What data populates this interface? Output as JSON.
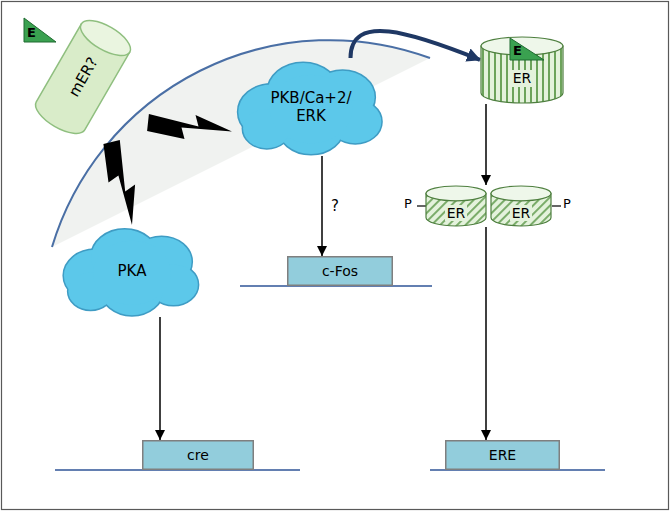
{
  "diagram": {
    "nodes": [
      {
        "text": [
          "mER?"
        ]
      },
      {
        "text": [
          "E"
        ],
        "in": 0
      },
      {
        "text": [
          "PKB/Ca+2/ ERK"
        ]
      },
      {
        "text": [
          "PKA"
        ]
      },
      {
        "text": [
          "c-Fos"
        ]
      },
      {
        "text": [
          "cre"
        ]
      },
      {
        "text": [
          "ER"
        ]
      },
      {
        "text": [
          "E"
        ],
        "in": 6
      },
      {
        "text": [
          "ER"
        ]
      },
      {
        "text": [
          "ER"
        ]
      },
      {
        "text": [
          "ERE"
        ]
      }
    ],
    "edges": [
      {
        "from": 0,
        "to": 3,
        "arrow": "none"
      },
      {
        "from": 0,
        "to": 2,
        "arrow": "none"
      },
      {
        "from": 2,
        "to": 6,
        "arrow": "to"
      },
      {
        "from": 2,
        "to": 4,
        "label": "?",
        "arrow": "to"
      },
      {
        "from": 3,
        "to": 5,
        "arrow": "to"
      },
      {
        "from": 6,
        "to": 8,
        "arrow": "to"
      },
      {
        "from": 8,
        "to": 10,
        "arrow": "to"
      }
    ],
    "labels": [
      "P",
      "P"
    ]
  }
}
